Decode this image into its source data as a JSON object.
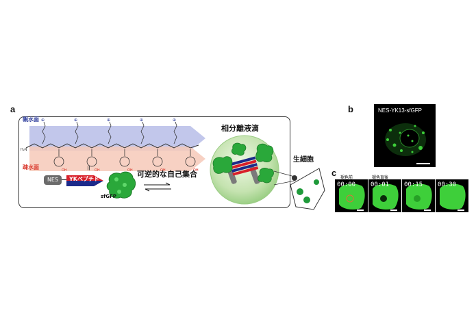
{
  "panels": {
    "a": "a",
    "b": "b",
    "c": "c"
  },
  "labels": {
    "hydrophilic": "親水面",
    "hydrophobic": "疎水面",
    "equals": "=",
    "nes": "NES",
    "yk_peptide": "YKペプチド",
    "sfgfp": "sfGFP",
    "self_assembly": "可逆的な自己集合",
    "droplet": "相分離液滴",
    "cell": "生細胞",
    "b_title": "NES-YK13-sfGFP",
    "before_bleach": "褪色前",
    "after_bleach": "褪色直後"
  },
  "timepoints": [
    "00:00",
    "00:01",
    "00:15",
    "00:30"
  ],
  "colors": {
    "hydrophilic_band": "#b7bde8",
    "hydrophobic_band": "#f6c9b8",
    "hydrophilic_text": "#2c3b9b",
    "hydrophobic_text": "#d9372b",
    "peptide_bar": "#d8202a",
    "peptide_arrow": "#1c2a8a",
    "gfp_green": "#2aa83a",
    "fluorescence_green": "#3ecf3a"
  }
}
